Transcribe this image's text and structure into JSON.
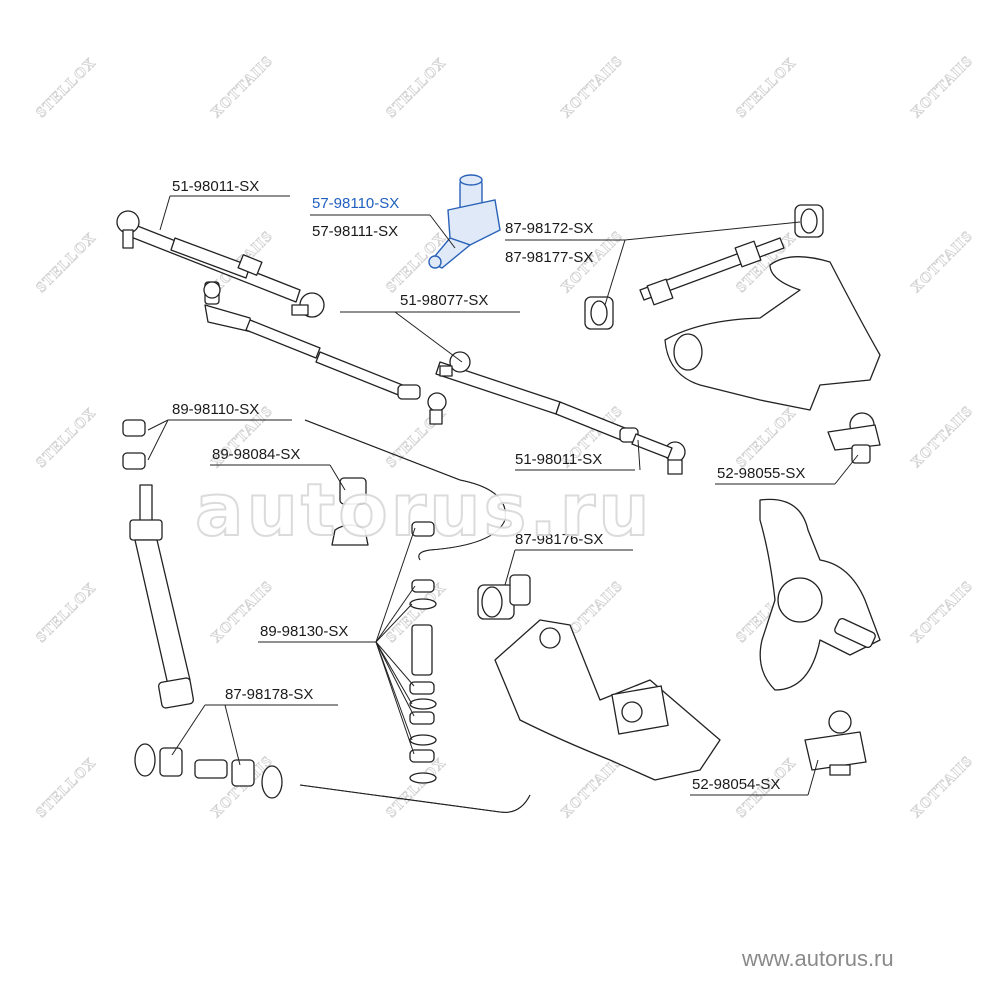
{
  "watermark": {
    "brand_a": "STELLOX",
    "brand_b": "XOTTAIIS"
  },
  "overlay_text": "autorus.ru",
  "footer_url": "www.autorus.ru",
  "colors": {
    "highlight": "#1f5fbf",
    "line": "#222222",
    "watermark": "#d2d2d2"
  },
  "labels": [
    {
      "id": "tie-rod-end-left",
      "text": "51-98011-SX",
      "highlight": false
    },
    {
      "id": "idler-arm-main",
      "text": "57-98110-SX",
      "highlight": true
    },
    {
      "id": "idler-arm-alt",
      "text": "57-98111-SX",
      "highlight": false
    },
    {
      "id": "upper-arm-bushing-a",
      "text": "87-98172-SX",
      "highlight": false
    },
    {
      "id": "upper-arm-bushing-b",
      "text": "87-98177-SX",
      "highlight": false
    },
    {
      "id": "center-link",
      "text": "51-98077-SX",
      "highlight": false
    },
    {
      "id": "stabilizer-bushing-top",
      "text": "89-98110-SX",
      "highlight": false
    },
    {
      "id": "stabilizer-bushing-mid",
      "text": "89-98084-SX",
      "highlight": false
    },
    {
      "id": "tie-rod-end-right",
      "text": "51-98011-SX",
      "highlight": false
    },
    {
      "id": "upper-ball-joint",
      "text": "52-98055-SX",
      "highlight": false
    },
    {
      "id": "lower-arm-bushing",
      "text": "87-98176-SX",
      "highlight": false
    },
    {
      "id": "stabilizer-link-kit",
      "text": "89-98130-SX",
      "highlight": false
    },
    {
      "id": "strut-bar-bushing",
      "text": "87-98178-SX",
      "highlight": false
    },
    {
      "id": "lower-ball-joint",
      "text": "52-98054-SX",
      "highlight": false
    }
  ]
}
